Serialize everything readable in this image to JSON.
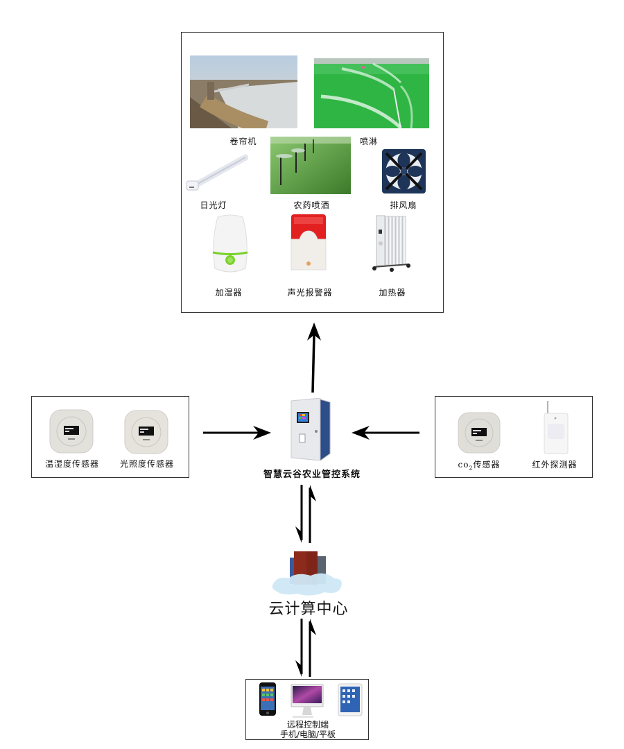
{
  "actuators": {
    "items": [
      {
        "id": "curtain",
        "label": "卷帘机"
      },
      {
        "id": "sprinkler",
        "label": "喷淋"
      },
      {
        "id": "lamp",
        "label": "日光灯"
      },
      {
        "id": "pesticide",
        "label": "农药喷洒"
      },
      {
        "id": "fan",
        "label": "排风扇"
      },
      {
        "id": "humidifier",
        "label": "加湿器"
      },
      {
        "id": "alarm",
        "label": "声光报警器"
      },
      {
        "id": "heater",
        "label": "加热器"
      }
    ]
  },
  "sensors_left": {
    "items": [
      {
        "label": "温湿度传感器"
      },
      {
        "label": "光照度传感器"
      }
    ]
  },
  "sensors_right": {
    "items": [
      {
        "label_prefix": "co",
        "label_sub": "2",
        "label_suffix": "传感器"
      },
      {
        "label": "红外探测器"
      }
    ]
  },
  "controller": {
    "label": "智慧云谷农业管控系统"
  },
  "cloud": {
    "label": "云计算中心"
  },
  "remote": {
    "line1": "远程控制端",
    "line2": "手机/电脑/平板"
  }
}
